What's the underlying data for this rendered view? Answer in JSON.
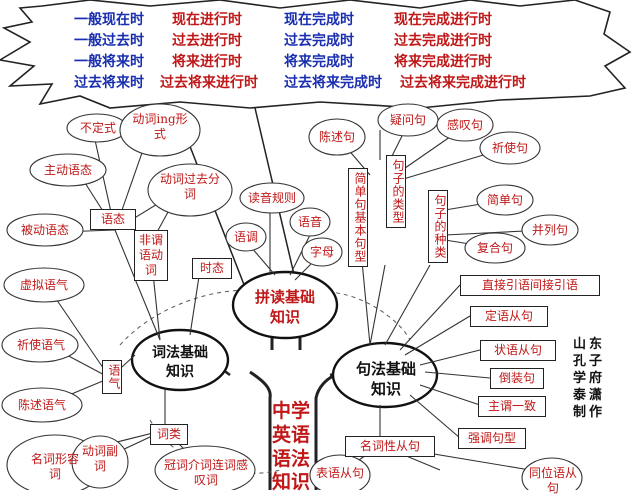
{
  "tenses": {
    "row1": [
      "一般现在时",
      "现在进行时",
      "现在完成时",
      "现在完成进行时"
    ],
    "row2": [
      "一般过去时",
      "过去进行时",
      "过去完成时",
      "过去完成进行时"
    ],
    "row3": [
      "一般将来时",
      "将来进行时",
      "将来完成时",
      "将来完成进行时"
    ],
    "row4": [
      "过去将来时",
      "过去将来进行时",
      "过去将来完成时",
      "过去将来完成进行时"
    ]
  },
  "left": {
    "hub": "词法基础知识",
    "items": {
      "infinitive": "不定式",
      "gerund": "动词ing形式",
      "active": "主动语态",
      "participle": "动词过去分词",
      "voice": "语态",
      "nonfinite": "非谓语动词",
      "passive": "被动语态",
      "tense": "时态",
      "subjunctive": "虚拟语气",
      "imperative": "祈使语气",
      "mood": "语气",
      "indicative": "陈述语气",
      "wordclass": "词类",
      "noun_adj": "名词形容词",
      "verb_adv": "动词副词",
      "article_prep": "冠词介词连词感叹词"
    }
  },
  "middle": {
    "hub": "拼读基础知识",
    "items": {
      "phonics": "读音规则",
      "intonation": "语调",
      "sound": "语音",
      "letters": "字母"
    }
  },
  "right": {
    "hub": "句法基础知识",
    "items": {
      "declarative": "陈述句",
      "interrogative": "疑问句",
      "exclamatory": "感叹句",
      "imperative_s": "祈使句",
      "basic_patterns": "简单句基本句型",
      "sentence_types": "句子的类型",
      "sentence_kinds": "句子的种类",
      "simple": "简单句",
      "compound": "并列句",
      "complex": "复合句",
      "speech": "直接引语间接引语",
      "attributive": "定语从句",
      "adverbial": "状语从句",
      "inversion": "倒装句",
      "agreement": "主谓一致",
      "emphatic": "强调句型",
      "nominal": "名词性从句",
      "predicative": "表语从句",
      "appositive": "同位语从句"
    }
  },
  "core": "中学英语语法知识",
  "credit": "山东孔子学府泰潇制作"
}
